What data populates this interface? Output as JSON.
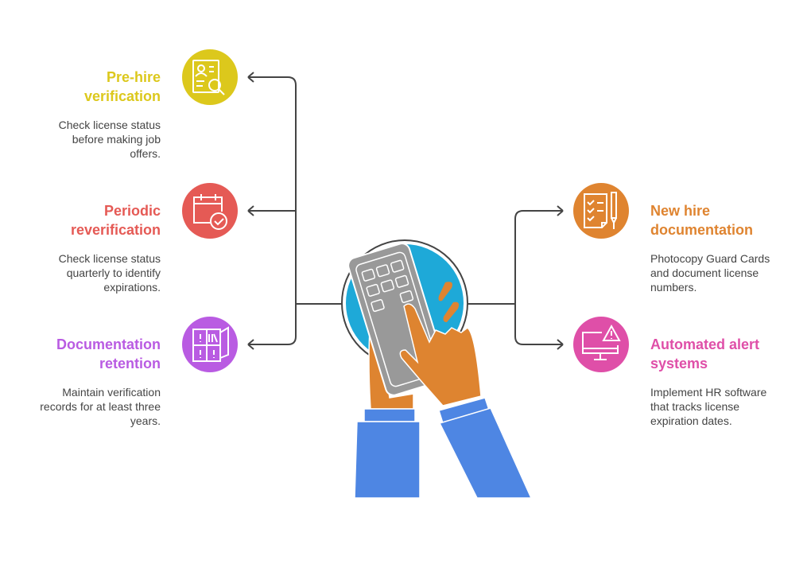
{
  "items": [
    {
      "title_1": "Pre-hire",
      "title_2": "verification",
      "desc_1": "Check license status",
      "desc_2": "before making job",
      "desc_3": "offers.",
      "color": "#DCC81C",
      "icon": "document-search-icon"
    },
    {
      "title_1": "Periodic",
      "title_2": "reverification",
      "desc_1": "Check license status",
      "desc_2": "quarterly to identify",
      "desc_3": "expirations.",
      "color": "#E55A55",
      "icon": "calendar-check-icon"
    },
    {
      "title_1": "Documentation",
      "title_2": "retention",
      "desc_1": "Maintain verification",
      "desc_2": "records for at least three",
      "desc_3": "years.",
      "color": "#B95BE2",
      "icon": "file-cabinet-icon"
    },
    {
      "title_1": "New hire",
      "title_2": "documentation",
      "desc_1": "Photocopy Guard Cards",
      "desc_2": "and document license",
      "desc_3": "numbers.",
      "color": "#DF8430",
      "icon": "checklist-pen-icon"
    },
    {
      "title_1": "Automated alert",
      "title_2": "systems",
      "desc_1": "Implement HR software",
      "desc_2": "that tracks license",
      "desc_3": "expiration dates.",
      "color": "#DF4FA8",
      "icon": "monitor-alert-icon"
    }
  ]
}
